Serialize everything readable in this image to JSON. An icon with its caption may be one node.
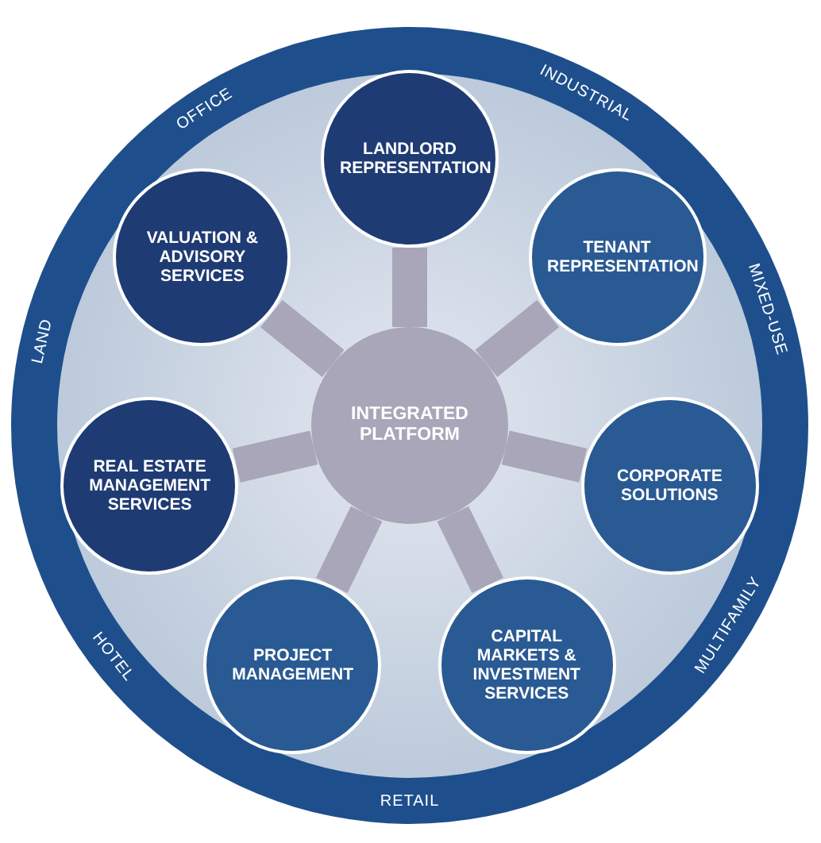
{
  "diagram": {
    "nodes": [
      {
        "text": [
          "OFFICE",
          "INDUSTRIAL",
          "MIXED-USE",
          "MULTIFAMILY",
          "RETAIL",
          "HOTEL",
          "LAND"
        ]
      },
      {
        "text": [
          "INTEGRATED PLATFORM"
        ],
        "in": 0
      },
      {
        "text": [
          "LANDLORD REPRESENTATION"
        ],
        "in": 0
      },
      {
        "text": [
          "TENANT REPRESENTATION"
        ],
        "in": 0
      },
      {
        "text": [
          "CORPORATE SOLUTIONS"
        ],
        "in": 0
      },
      {
        "text": [
          "CAPITAL MARKETS & INVESTMENT SERVICES"
        ],
        "in": 0
      },
      {
        "text": [
          "PROJECT MANAGEMENT"
        ],
        "in": 0
      },
      {
        "text": [
          "REAL ESTATE MANAGEMENT SERVICES"
        ],
        "in": 0
      },
      {
        "text": [
          "VALUATION & ADVISORY SERVICES"
        ],
        "in": 0
      }
    ],
    "edges": [
      {
        "from": 1,
        "to": 2,
        "arrow": "none"
      },
      {
        "from": 1,
        "to": 3,
        "arrow": "none"
      },
      {
        "from": 1,
        "to": 4,
        "arrow": "none"
      },
      {
        "from": 1,
        "to": 5,
        "arrow": "none"
      },
      {
        "from": 1,
        "to": 6,
        "arrow": "none"
      },
      {
        "from": 1,
        "to": 7,
        "arrow": "none"
      },
      {
        "from": 1,
        "to": 8,
        "arrow": "none"
      }
    ]
  }
}
